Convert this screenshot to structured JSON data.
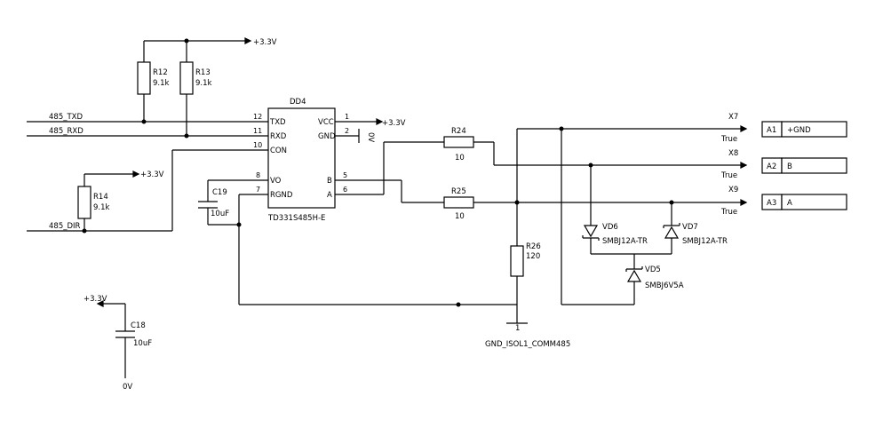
{
  "power": {
    "p33v": "+3.3V",
    "zero_v": "0V",
    "gnd_iso": "GND_ISOL1_COMM485",
    "gnd_iso_pin": "1"
  },
  "nets": {
    "txd": "485_TXD",
    "rxd": "485_RXD",
    "dir": "485_DIR"
  },
  "resistors": [
    {
      "ref": "R12",
      "value": "9.1k"
    },
    {
      "ref": "R13",
      "value": "9.1k"
    },
    {
      "ref": "R14",
      "value": "9.1k"
    },
    {
      "ref": "R24",
      "value": "10"
    },
    {
      "ref": "R25",
      "value": "10"
    },
    {
      "ref": "R26",
      "value": "120"
    }
  ],
  "capacitors": [
    {
      "ref": "C19",
      "value": "10uF"
    },
    {
      "ref": "C18",
      "value": "10uF"
    }
  ],
  "ic": {
    "ref": "DD4",
    "part": "TD331S485H-E",
    "pins_left": [
      {
        "num": "12",
        "name": "TXD"
      },
      {
        "num": "11",
        "name": "RXD"
      },
      {
        "num": "10",
        "name": "CON"
      },
      {
        "num": "8",
        "name": "VO"
      },
      {
        "num": "7",
        "name": "RGND"
      }
    ],
    "pins_right": [
      {
        "num": "1",
        "name": "VCC"
      },
      {
        "num": "2",
        "name": "GND"
      },
      {
        "num": "5",
        "name": "B"
      },
      {
        "num": "6",
        "name": "A"
      }
    ]
  },
  "diodes": [
    {
      "ref": "VD6",
      "part": "SMBJ12A-TR"
    },
    {
      "ref": "VD7",
      "part": "SMBJ12A-TR"
    },
    {
      "ref": "VD5",
      "part": "SMBJ6V5A"
    }
  ],
  "connectors": [
    {
      "ref": "X7",
      "tag": "True",
      "pin": "A1",
      "signal": "+GND"
    },
    {
      "ref": "X8",
      "tag": "True",
      "pin": "A2",
      "signal": "B"
    },
    {
      "ref": "X9",
      "tag": "True",
      "pin": "A3",
      "signal": "A"
    }
  ]
}
